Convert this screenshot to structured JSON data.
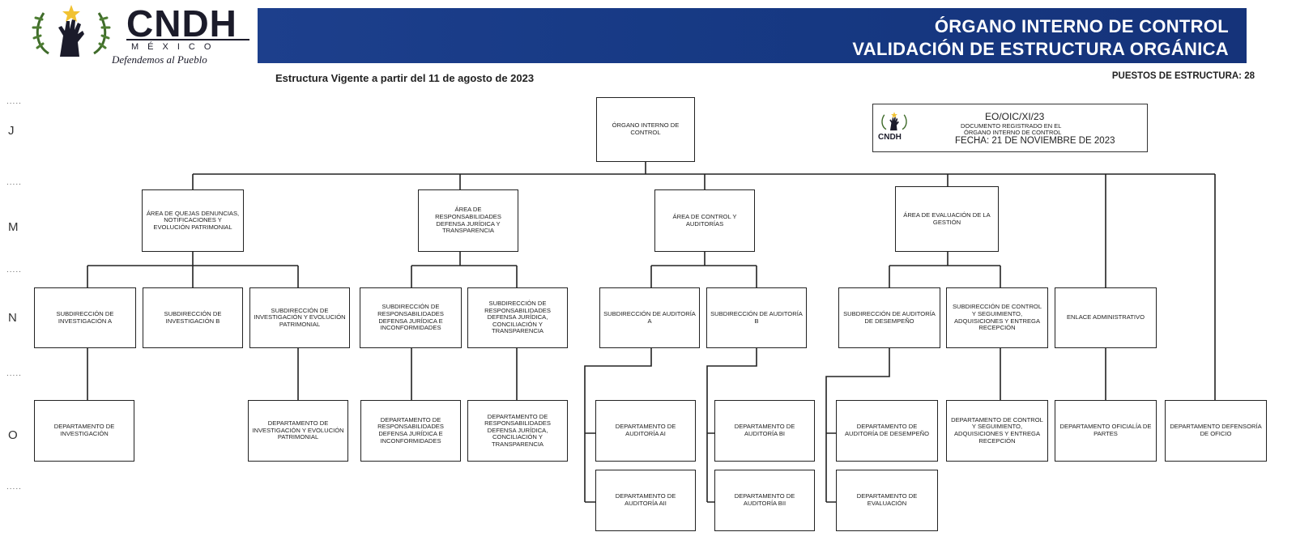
{
  "header": {
    "logo_text": "CNDH",
    "logo_country": "MÉXICO",
    "logo_motto": "Defendemos al Pueblo",
    "banner_line1": "ÓRGANO INTERNO DE CONTROL",
    "banner_line2": "VALIDACIÓN DE ESTRUCTURA ORGÁNICA",
    "banner_color": "#1a3b86"
  },
  "subtitle": "Estructura Vigente a partir del 11 de agosto de 2023",
  "puestos": "PUESTOS DE ESTRUCTURA: 28",
  "levels": [
    "J",
    "M",
    "N",
    "O"
  ],
  "level_dots": ".....",
  "stamp": {
    "logo_text": "CNDH",
    "code": "EO/OIC/XI/23",
    "line1": "DOCUMENTO REGISTRADO EN EL",
    "line2": "ÓRGANO INTERNO DE CONTROL",
    "date": "FECHA: 21 DE NOVIEMBRE DE 2023"
  },
  "org": {
    "root": "ÓRGANO INTERNO DE CONTROL",
    "areas": [
      "ÁREA DE QUEJAS DENUNCIAS, NOTIFICACIONES Y EVOLUCIÓN PATRIMONIAL",
      "ÁREA DE RESPONSABILIDADES DEFENSA JURÍDICA Y TRANSPARENCIA",
      "ÁREA DE CONTROL Y AUDITORÍAS",
      "ÁREA DE EVALUACIÓN DE LA GESTIÓN"
    ],
    "subdirections": [
      "SUBDIRECCIÓN DE INVESTIGACIÓN A",
      "SUBDIRECCIÓN DE INVESTIGACIÓN B",
      "SUBDIRECCIÓN DE INVESTIGACIÓN Y EVOLUCIÓN PATRIMONIAL",
      "SUBDIRECCIÓN DE RESPONSABILIDADES DEFENSA JURÍDICA E INCONFORMIDADES",
      "SUBDIRECCIÓN DE RESPONSABILIDADES DEFENSA JURÍDICA, CONCILIACIÓN Y TRANSPARENCIA",
      "SUBDIRECCIÓN DE AUDITORÍA A",
      "SUBDIRECCIÓN DE AUDITORÍA B",
      "SUBDIRECCIÓN DE AUDITORÍA DE DESEMPEÑO",
      "SUBDIRECCIÓN DE CONTROL Y SEGUIMIENTO, ADQUISICIONES Y ENTREGA RECEPCIÓN",
      "ENLACE ADMINISTRATIVO"
    ],
    "departments": [
      "DEPARTAMENTO DE INVESTIGACIÓN",
      "DEPARTAMENTO DE INVESTIGACIÓN Y EVOLUCIÓN PATRIMONIAL",
      "DEPARTAMENTO DE RESPONSABILIDADES DEFENSA JURÍDICA E INCONFORMIDADES",
      "DEPARTAMENTO DE RESPONSABILIDADES DEFENSA JURÍDICA, CONCILIACIÓN Y TRANSPARENCIA",
      "DEPARTAMENTO DE AUDITORÍA AI",
      "DEPARTAMENTO DE AUDITORÍA AII",
      "DEPARTAMENTO DE AUDITORÍA BI",
      "DEPARTAMENTO DE AUDITORÍA BII",
      "DEPARTAMENTO DE AUDITORÍA DE DESEMPEÑO",
      "DEPARTAMENTO DE EVALUACIÓN",
      "DEPARTAMENTO DE CONTROL Y SEGUIMIENTO, ADQUISICIONES Y ENTREGA RECEPCIÓN",
      "DEPARTAMENTO OFICIALÍA DE PARTES",
      "DEPARTAMENTO DEFENSORÍA DE OFICIO"
    ]
  }
}
